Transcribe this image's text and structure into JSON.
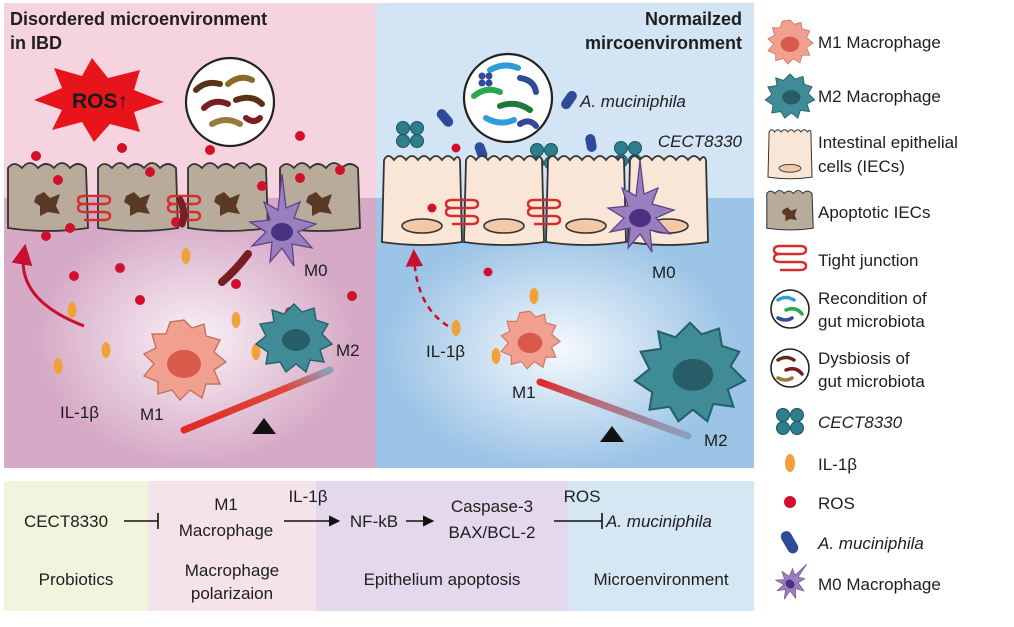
{
  "left_panel": {
    "title_line1": "Disordered microenvironment",
    "title_line2": "in IBD",
    "ros_burst": "ROS↑",
    "labels": {
      "m0": "M0",
      "m1": "M1",
      "m2": "M2",
      "il1b": "IL-1β"
    }
  },
  "right_panel": {
    "title_line1": "Normailzed",
    "title_line2": "mircoenvironment",
    "akk": "A. muciniphila",
    "cect": "CECT8330",
    "labels": {
      "m0": "M0",
      "m1": "M1",
      "m2": "M2",
      "il1b": "IL-1β"
    }
  },
  "pathway": {
    "sections": [
      {
        "name": "Probiotics",
        "color": "#f3f4de"
      },
      {
        "name": "Macrophage polarizaion",
        "name_line1": "Macrophage",
        "name_line2": "polarizaion",
        "color": "#f4e3ea"
      },
      {
        "name": "Epithelium apoptosis",
        "color": "#e3d8ec"
      },
      {
        "name": "Microenvironment",
        "color": "#d6e7f4"
      }
    ],
    "nodes": {
      "cect": "CECT8330",
      "m1_line1": "M1",
      "m1_line2": "Macrophage",
      "il1b": "IL-1β",
      "nfkb": "NF-kB",
      "casp": "Caspase-3",
      "bax": "BAX/BCL-2",
      "ros": "ROS",
      "akk": "A. muciniphila"
    }
  },
  "legend": [
    {
      "icon": "m1-macrophage",
      "line1": "M1 Macrophage"
    },
    {
      "icon": "m2-macrophage",
      "line1": "M2 Macrophage"
    },
    {
      "icon": "intestinal-epithelial-cell",
      "line1": "Intestinal epithelial",
      "line2": "cells (IECs)"
    },
    {
      "icon": "apoptotic-iec",
      "line1": "Apoptotic IECs"
    },
    {
      "icon": "tight-junction",
      "line1": "Tight junction"
    },
    {
      "icon": "recondition-microbiota",
      "line1": "Recondition of",
      "line2": "gut microbiota"
    },
    {
      "icon": "dysbiosis-microbiota",
      "line1": "Dysbiosis of",
      "line2": "gut microbiota"
    },
    {
      "icon": "cect8330",
      "line1": "CECT8330",
      "italic": true
    },
    {
      "icon": "il1b",
      "line1": "IL-1β"
    },
    {
      "icon": "ros",
      "line1": "ROS"
    },
    {
      "icon": "akk",
      "line1": "A. muciniphila",
      "italic": true
    },
    {
      "icon": "m0-macrophage",
      "line1": "M0 Macrophage"
    }
  ],
  "colors": {
    "ros": "#d1112b",
    "il1b": "#f2a03a",
    "m1": "#f1a090",
    "m2": "#3f8c97",
    "m0": "#9a7fbe",
    "akk": "#2f4a9a",
    "tight_junction": "#d32f2f",
    "apoptotic": "#b9ab9b",
    "iec": "#fae6d6"
  }
}
